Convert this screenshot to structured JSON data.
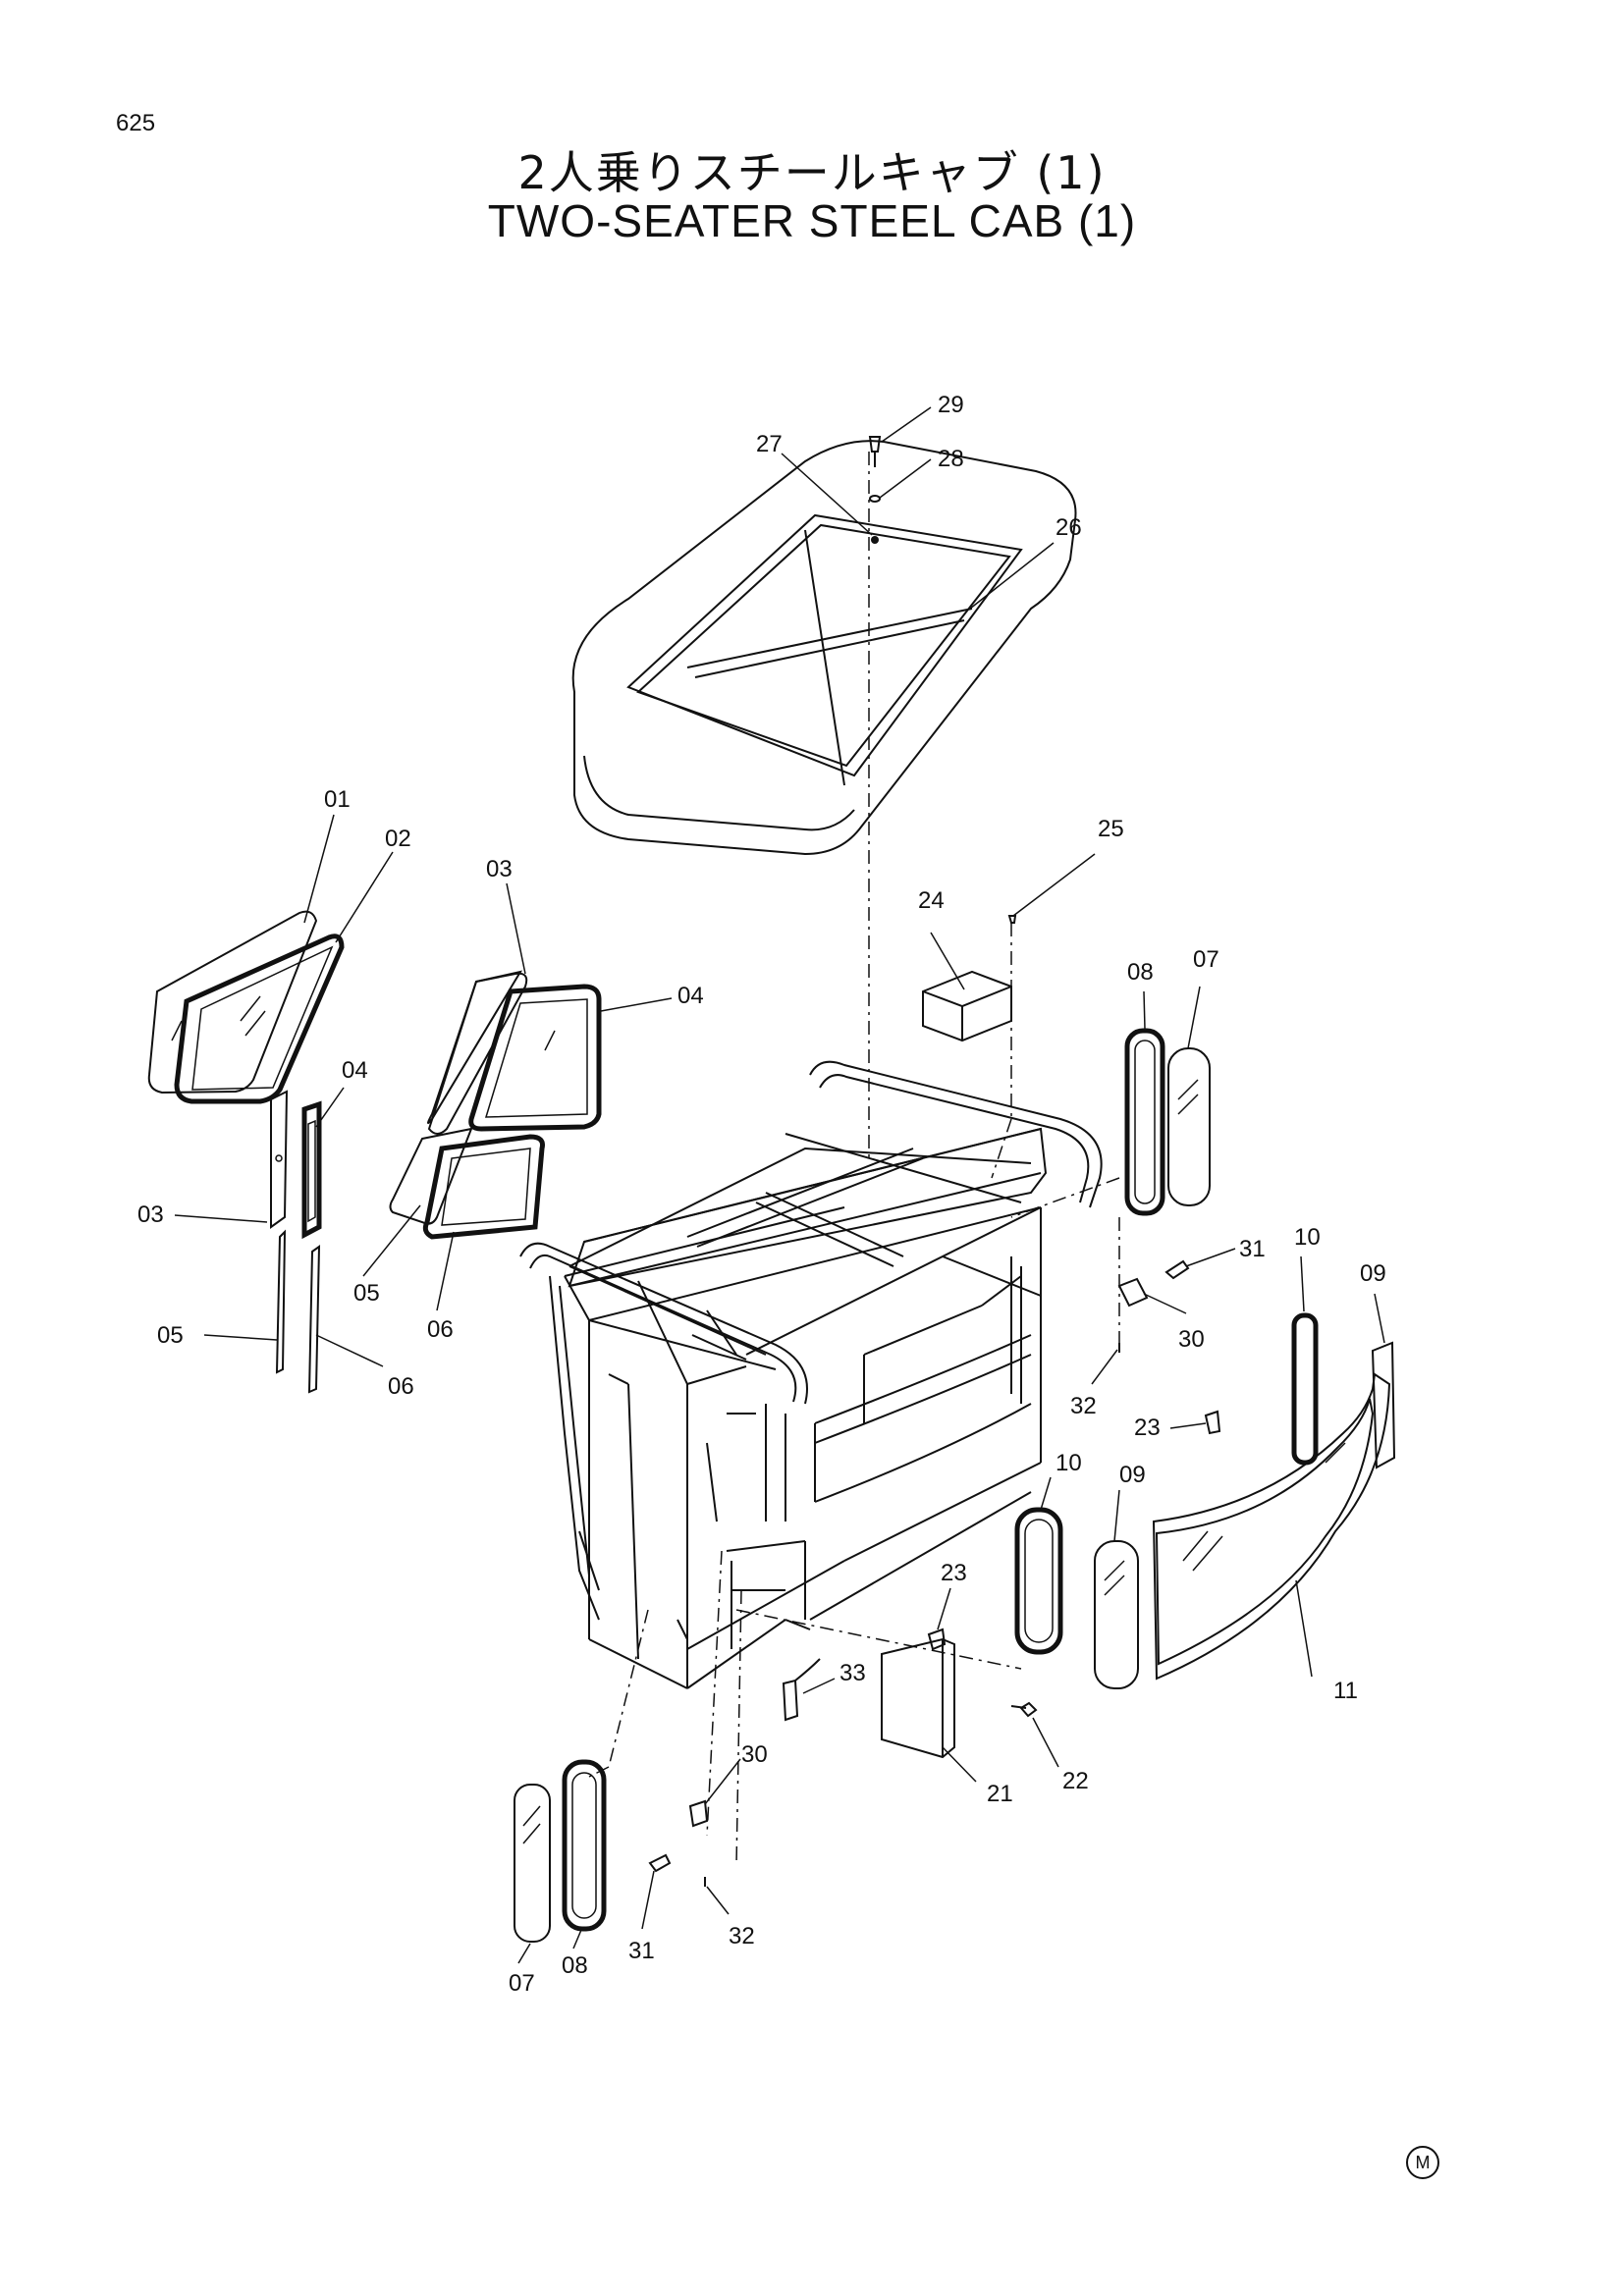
{
  "page_number": "625",
  "title_jp": "2人乗りスチールキャブ (1)",
  "title_en": "TWO-SEATER STEEL CAB (1)",
  "mark": "M",
  "callouts": [
    {
      "id": "c29",
      "text": "29"
    },
    {
      "id": "c27",
      "text": "27"
    },
    {
      "id": "c28",
      "text": "28"
    },
    {
      "id": "c26",
      "text": "26"
    },
    {
      "id": "c01",
      "text": "01"
    },
    {
      "id": "c02",
      "text": "02"
    },
    {
      "id": "c03a",
      "text": "03"
    },
    {
      "id": "c04a",
      "text": "04"
    },
    {
      "id": "c04b",
      "text": "04"
    },
    {
      "id": "c03b",
      "text": "03"
    },
    {
      "id": "c05a",
      "text": "05"
    },
    {
      "id": "c05b",
      "text": "05"
    },
    {
      "id": "c06a",
      "text": "06"
    },
    {
      "id": "c25",
      "text": "25"
    },
    {
      "id": "c24",
      "text": "24"
    },
    {
      "id": "c08a",
      "text": "08"
    },
    {
      "id": "c07a",
      "text": "07"
    },
    {
      "id": "c31a",
      "text": "31"
    },
    {
      "id": "c30a",
      "text": "30"
    },
    {
      "id": "c10a",
      "text": "10"
    },
    {
      "id": "c09a",
      "text": "09"
    },
    {
      "id": "c32a",
      "text": "32"
    },
    {
      "id": "c23a",
      "text": "23"
    },
    {
      "id": "c10b",
      "text": "10"
    },
    {
      "id": "c09b",
      "text": "09"
    },
    {
      "id": "c23b",
      "text": "23"
    },
    {
      "id": "c33",
      "text": "33"
    },
    {
      "id": "c11",
      "text": "11"
    },
    {
      "id": "c22",
      "text": "22"
    },
    {
      "id": "c21",
      "text": "21"
    },
    {
      "id": "c30b",
      "text": "30"
    },
    {
      "id": "c31b",
      "text": "31"
    },
    {
      "id": "c32b",
      "text": "32"
    },
    {
      "id": "c07b",
      "text": "07"
    },
    {
      "id": "c08b",
      "text": "08"
    },
    {
      "id": "c06b",
      "text": "06"
    }
  ]
}
